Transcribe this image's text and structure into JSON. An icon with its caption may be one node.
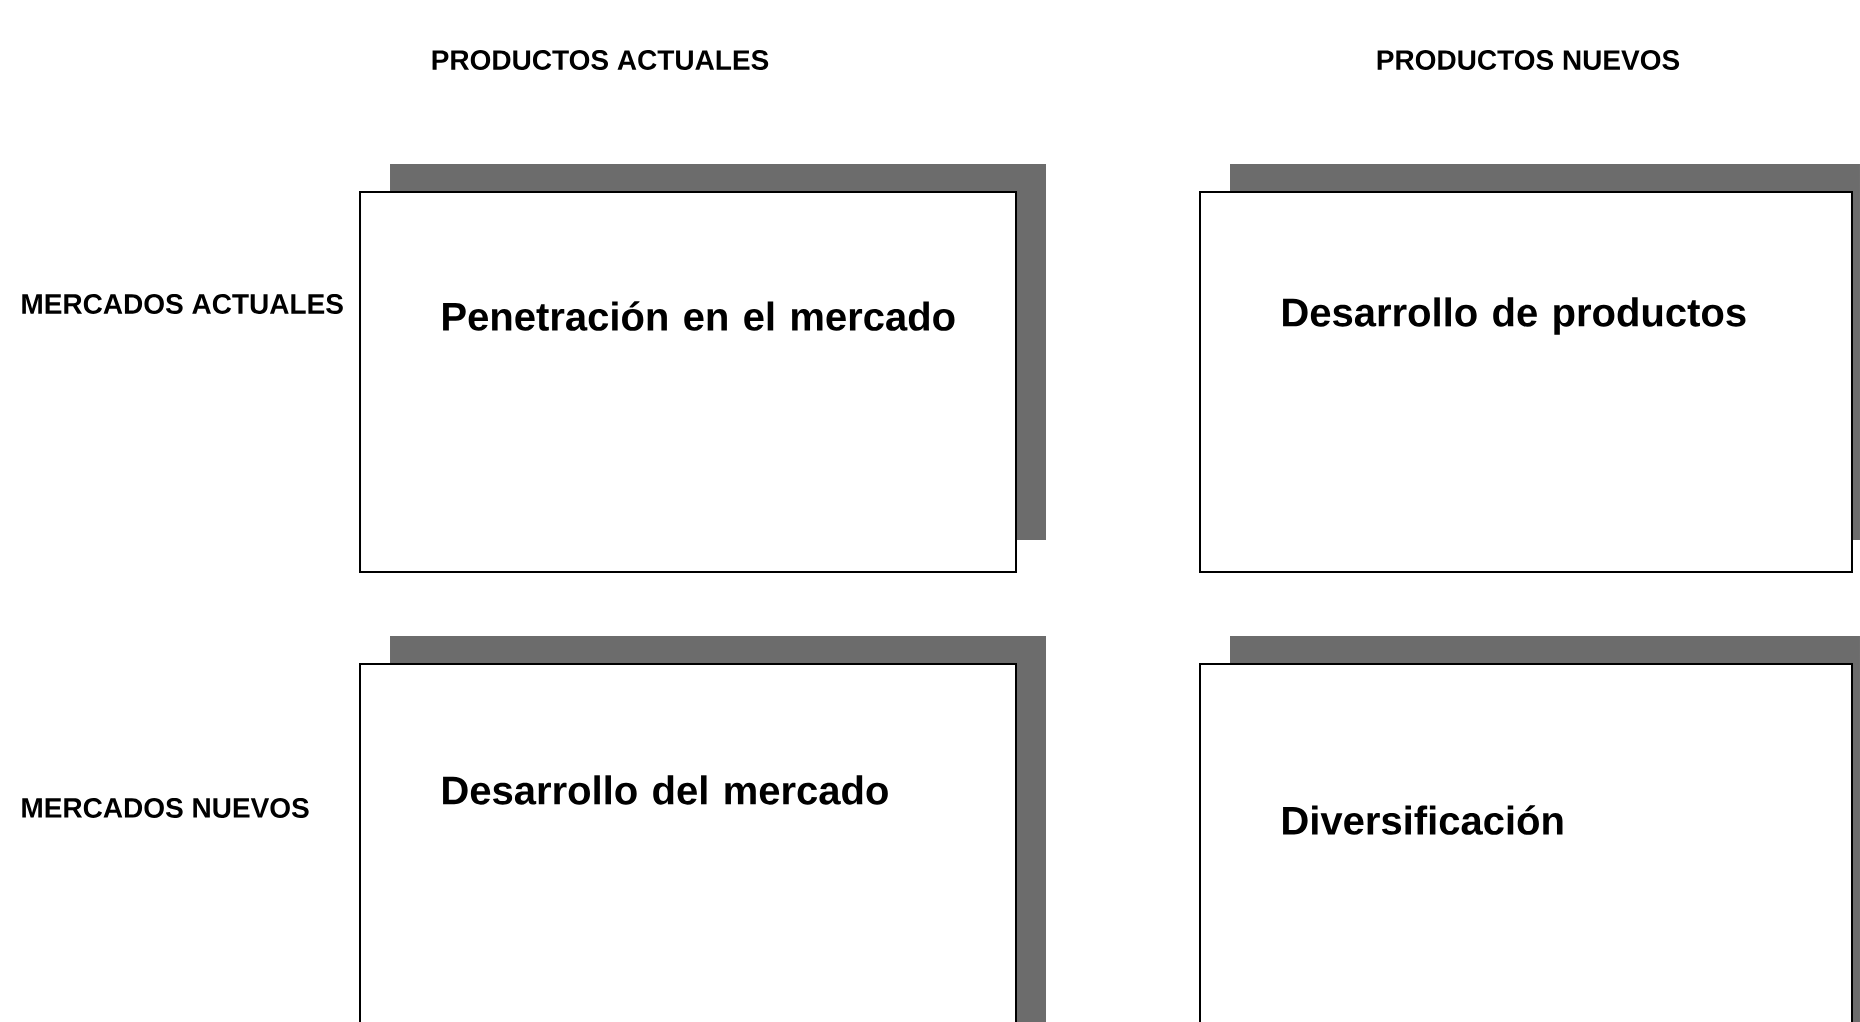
{
  "diagram": {
    "nodes": [
      {
        "text": [
          "Penetración en el mercado"
        ]
      },
      {
        "text": [
          "Desarrollo de productos"
        ]
      },
      {
        "text": [
          "Desarrollo del mercado"
        ]
      },
      {
        "text": [
          "Diversificación"
        ]
      }
    ],
    "labels": [
      "PRODUCTOS ACTUALES",
      "PRODUCTOS NUEVOS",
      "MERCADOS ACTUALES",
      "MERCADOS NUEVOS"
    ]
  }
}
